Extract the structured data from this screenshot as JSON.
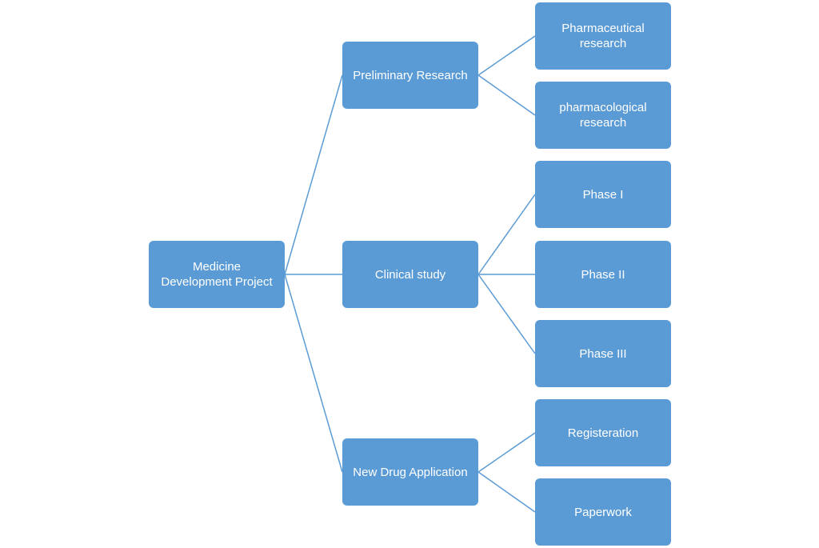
{
  "diagram": {
    "colors": {
      "node_fill": "#5b9bd5",
      "node_text": "#ffffff",
      "connector": "#5b9bd5"
    },
    "root": {
      "label": "Medicine\nDevelopment Project"
    },
    "branches": {
      "preliminary": {
        "label": "Preliminary Research"
      },
      "clinical": {
        "label": "Clinical study"
      },
      "nda": {
        "label": "New Drug Application"
      }
    },
    "leaves": {
      "pharmaceutical": {
        "label": "Pharmaceutical\nresearch"
      },
      "pharmacological": {
        "label": "pharmacological\nresearch"
      },
      "phase1": {
        "label": "Phase I"
      },
      "phase2": {
        "label": "Phase II"
      },
      "phase3": {
        "label": "Phase III"
      },
      "registration": {
        "label": "Registeration"
      },
      "paperwork": {
        "label": "Paperwork"
      }
    }
  }
}
